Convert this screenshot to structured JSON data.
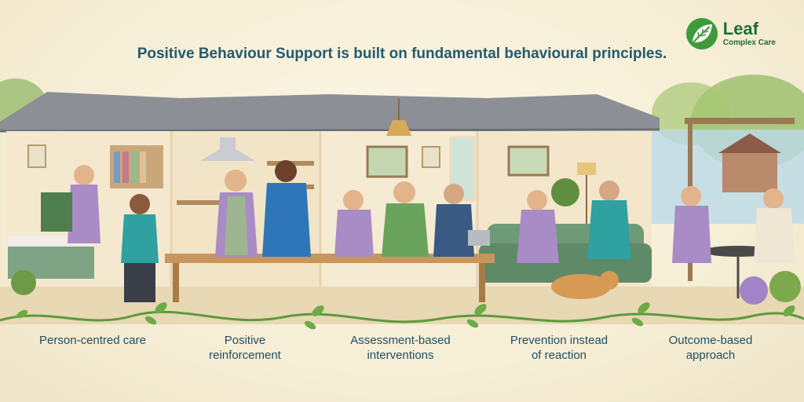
{
  "logo": {
    "name": "Leaf",
    "subtitle": "Complex Care",
    "icon": "leaf-logo-icon",
    "color": "#1f6a3a"
  },
  "headline": "Positive Behaviour Support is built on fundamental behavioural principles.",
  "captions": [
    {
      "text": "Person-centred care"
    },
    {
      "text": "Positive\nreinforcement"
    },
    {
      "text": "Assessment-based\ninterventions"
    },
    {
      "text": "Prevention instead\nof reaction"
    },
    {
      "text": "Outcome-based\napproach"
    }
  ],
  "colors": {
    "headline": "#245a6e",
    "caption": "#1f4f63",
    "vine": "#5b9a3c",
    "background": "#f8f1dc"
  }
}
